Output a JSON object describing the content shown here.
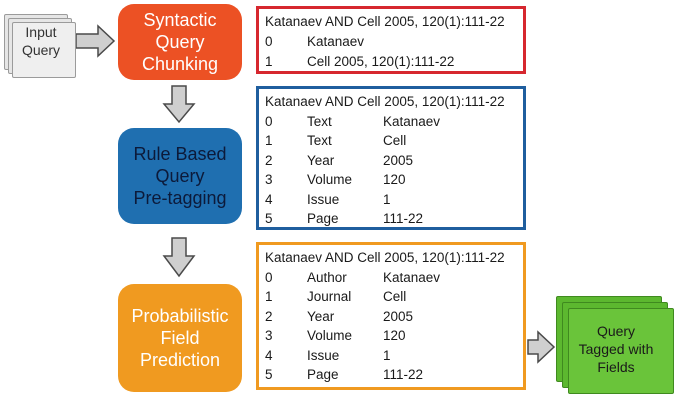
{
  "input": {
    "label": "Input Query"
  },
  "output": {
    "label": "Query Tagged with Fields"
  },
  "steps": [
    {
      "label": "Syntactic Query Chunking",
      "color": "#ec5124"
    },
    {
      "label": "Rule Based Query Pre-tagging",
      "color": "#1f6fb0"
    },
    {
      "label": "Probabilistic Field Prediction",
      "color": "#f09a20"
    }
  ],
  "panels": [
    {
      "border_color": "#d6272f",
      "query": "Katanaev AND Cell 2005, 120(1):111-22",
      "rows": [
        {
          "index": "0",
          "value": "Katanaev"
        },
        {
          "index": "1",
          "value": "Cell 2005, 120(1):111-22"
        }
      ]
    },
    {
      "border_color": "#1f5e9e",
      "query": "Katanaev AND Cell 2005, 120(1):111-22",
      "rows": [
        {
          "index": "0",
          "tag": "Text",
          "value": "Katanaev"
        },
        {
          "index": "1",
          "tag": "Text",
          "value": "Cell"
        },
        {
          "index": "2",
          "tag": "Year",
          "value": "2005"
        },
        {
          "index": "3",
          "tag": "Volume",
          "value": "120"
        },
        {
          "index": "4",
          "tag": "Issue",
          "value": "1"
        },
        {
          "index": "5",
          "tag": "Page",
          "value": "111-22"
        }
      ]
    },
    {
      "border_color": "#f09a20",
      "query": "Katanaev AND Cell 2005, 120(1):111-22",
      "rows": [
        {
          "index": "0",
          "tag": "Author",
          "value": "Katanaev"
        },
        {
          "index": "1",
          "tag": "Journal",
          "value": "Cell"
        },
        {
          "index": "2",
          "tag": "Year",
          "value": "2005"
        },
        {
          "index": "3",
          "tag": "Volume",
          "value": "120"
        },
        {
          "index": "4",
          "tag": "Issue",
          "value": "1"
        },
        {
          "index": "5",
          "tag": "Page",
          "value": "111-22"
        }
      ]
    }
  ],
  "output_color": "#5cb82f"
}
